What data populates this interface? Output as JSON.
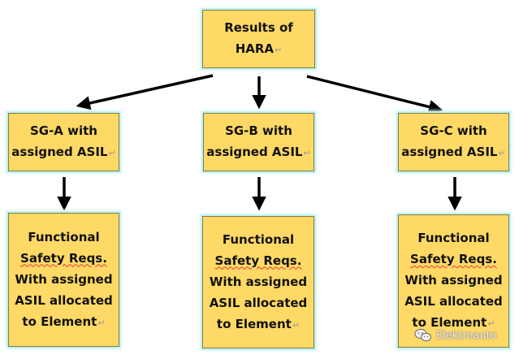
{
  "nodes": {
    "root": {
      "lines": [
        "Results of",
        "HARA"
      ]
    },
    "sg_a": {
      "lines": [
        "SG-A with",
        "assigned ASIL"
      ]
    },
    "sg_b": {
      "lines": [
        "SG-B with",
        "assigned ASIL"
      ]
    },
    "sg_c": {
      "lines": [
        "SG-C with",
        "assigned ASIL"
      ]
    },
    "fsr_a": {
      "lines": [
        "Functional",
        "Safety Reqs.",
        "With assigned",
        "ASIL allocated",
        "to Element"
      ]
    },
    "fsr_b": {
      "lines": [
        "Functional",
        "Safety Reqs.",
        "With assigned",
        "ASIL allocated",
        "to Element"
      ]
    },
    "fsr_c": {
      "lines": [
        "Functional",
        "Safety Reqs.",
        "With assigned",
        "ASIL allocated",
        "to Element"
      ]
    }
  },
  "paragraph_mark": "↵",
  "watermark": {
    "text": "Elektroauto",
    "icon": "wechat-icon"
  },
  "colors": {
    "box_fill": "#ffd966",
    "box_border": "#8a7a3a",
    "box_glow": "#bdf3f6",
    "arrow": "#000000"
  }
}
